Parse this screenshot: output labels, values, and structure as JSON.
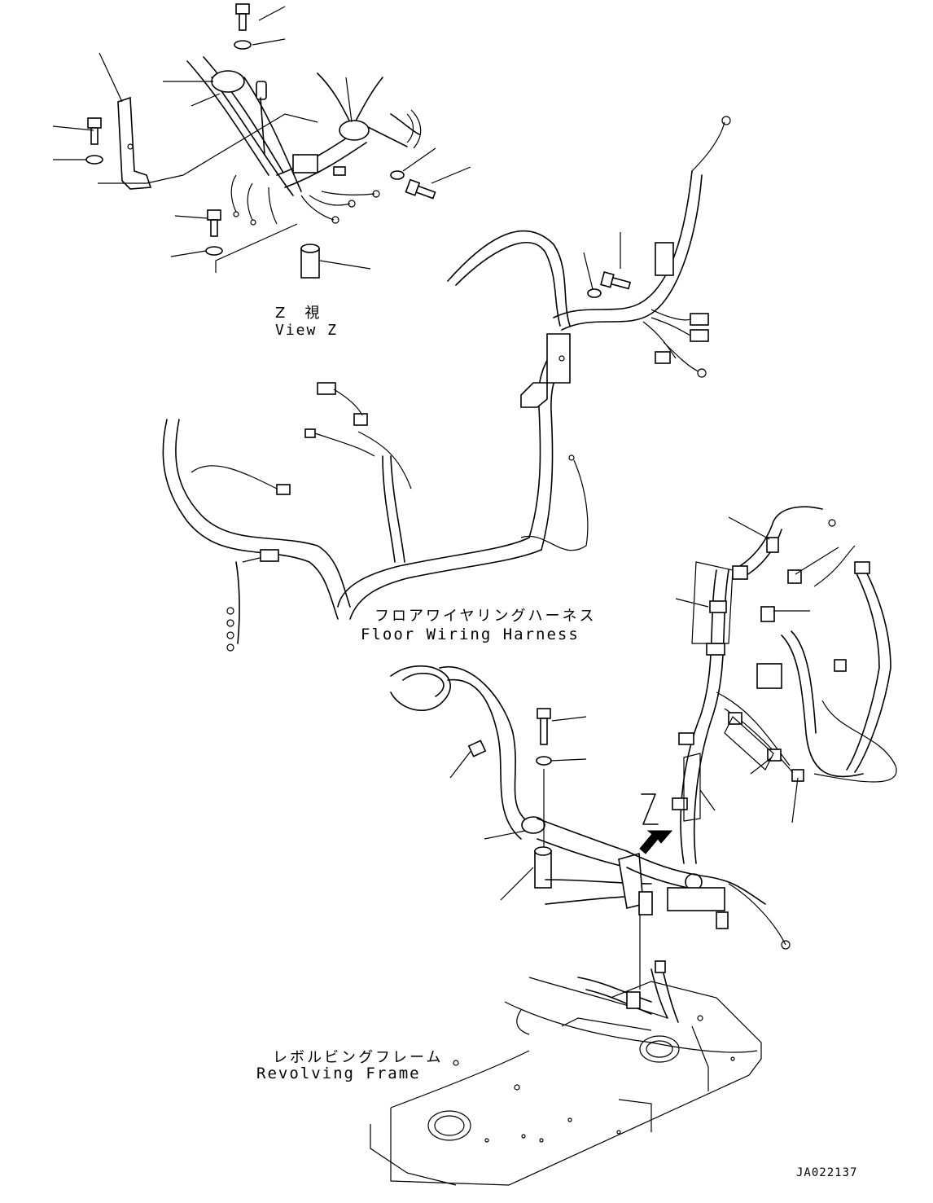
{
  "view_label": {
    "jp": "Z　視",
    "en": "View Z"
  },
  "harness_label": {
    "jp": "フロアワイヤリングハーネス",
    "en": "Floor Wiring Harness"
  },
  "frame_label": {
    "jp": "レボルビングフレーム",
    "en": "Revolving Frame"
  },
  "arrow_label": "Z",
  "drawing_number": "JA022137"
}
